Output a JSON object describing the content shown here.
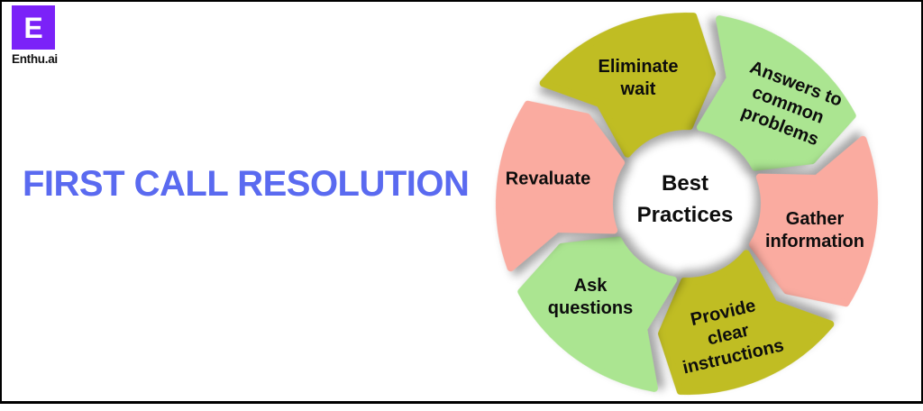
{
  "logo": {
    "letter": "E",
    "brand": "Enthu.ai",
    "square_color": "#7b22f8",
    "letter_color": "#ffffff"
  },
  "title": {
    "text": "FIRST CALL RESOLUTION",
    "color": "#5a6af0"
  },
  "diagram": {
    "type": "cycle",
    "direction": "clockwise",
    "center_label": "Best\nPractices",
    "colors": {
      "olive": "#c0bd23",
      "green": "#abe591",
      "salmon": "#faaba0",
      "label_text": "#0d0d0d"
    },
    "segments": [
      {
        "label": "Eliminate\nwait",
        "color": "olive"
      },
      {
        "label": "Answers to\ncommon\nproblems",
        "color": "green"
      },
      {
        "label": "Gather\ninformation",
        "color": "salmon"
      },
      {
        "label": "Provide\nclear\ninstructions",
        "color": "olive"
      },
      {
        "label": "Ask\nquestions",
        "color": "green"
      },
      {
        "label": "Revaluate",
        "color": "salmon"
      }
    ]
  }
}
